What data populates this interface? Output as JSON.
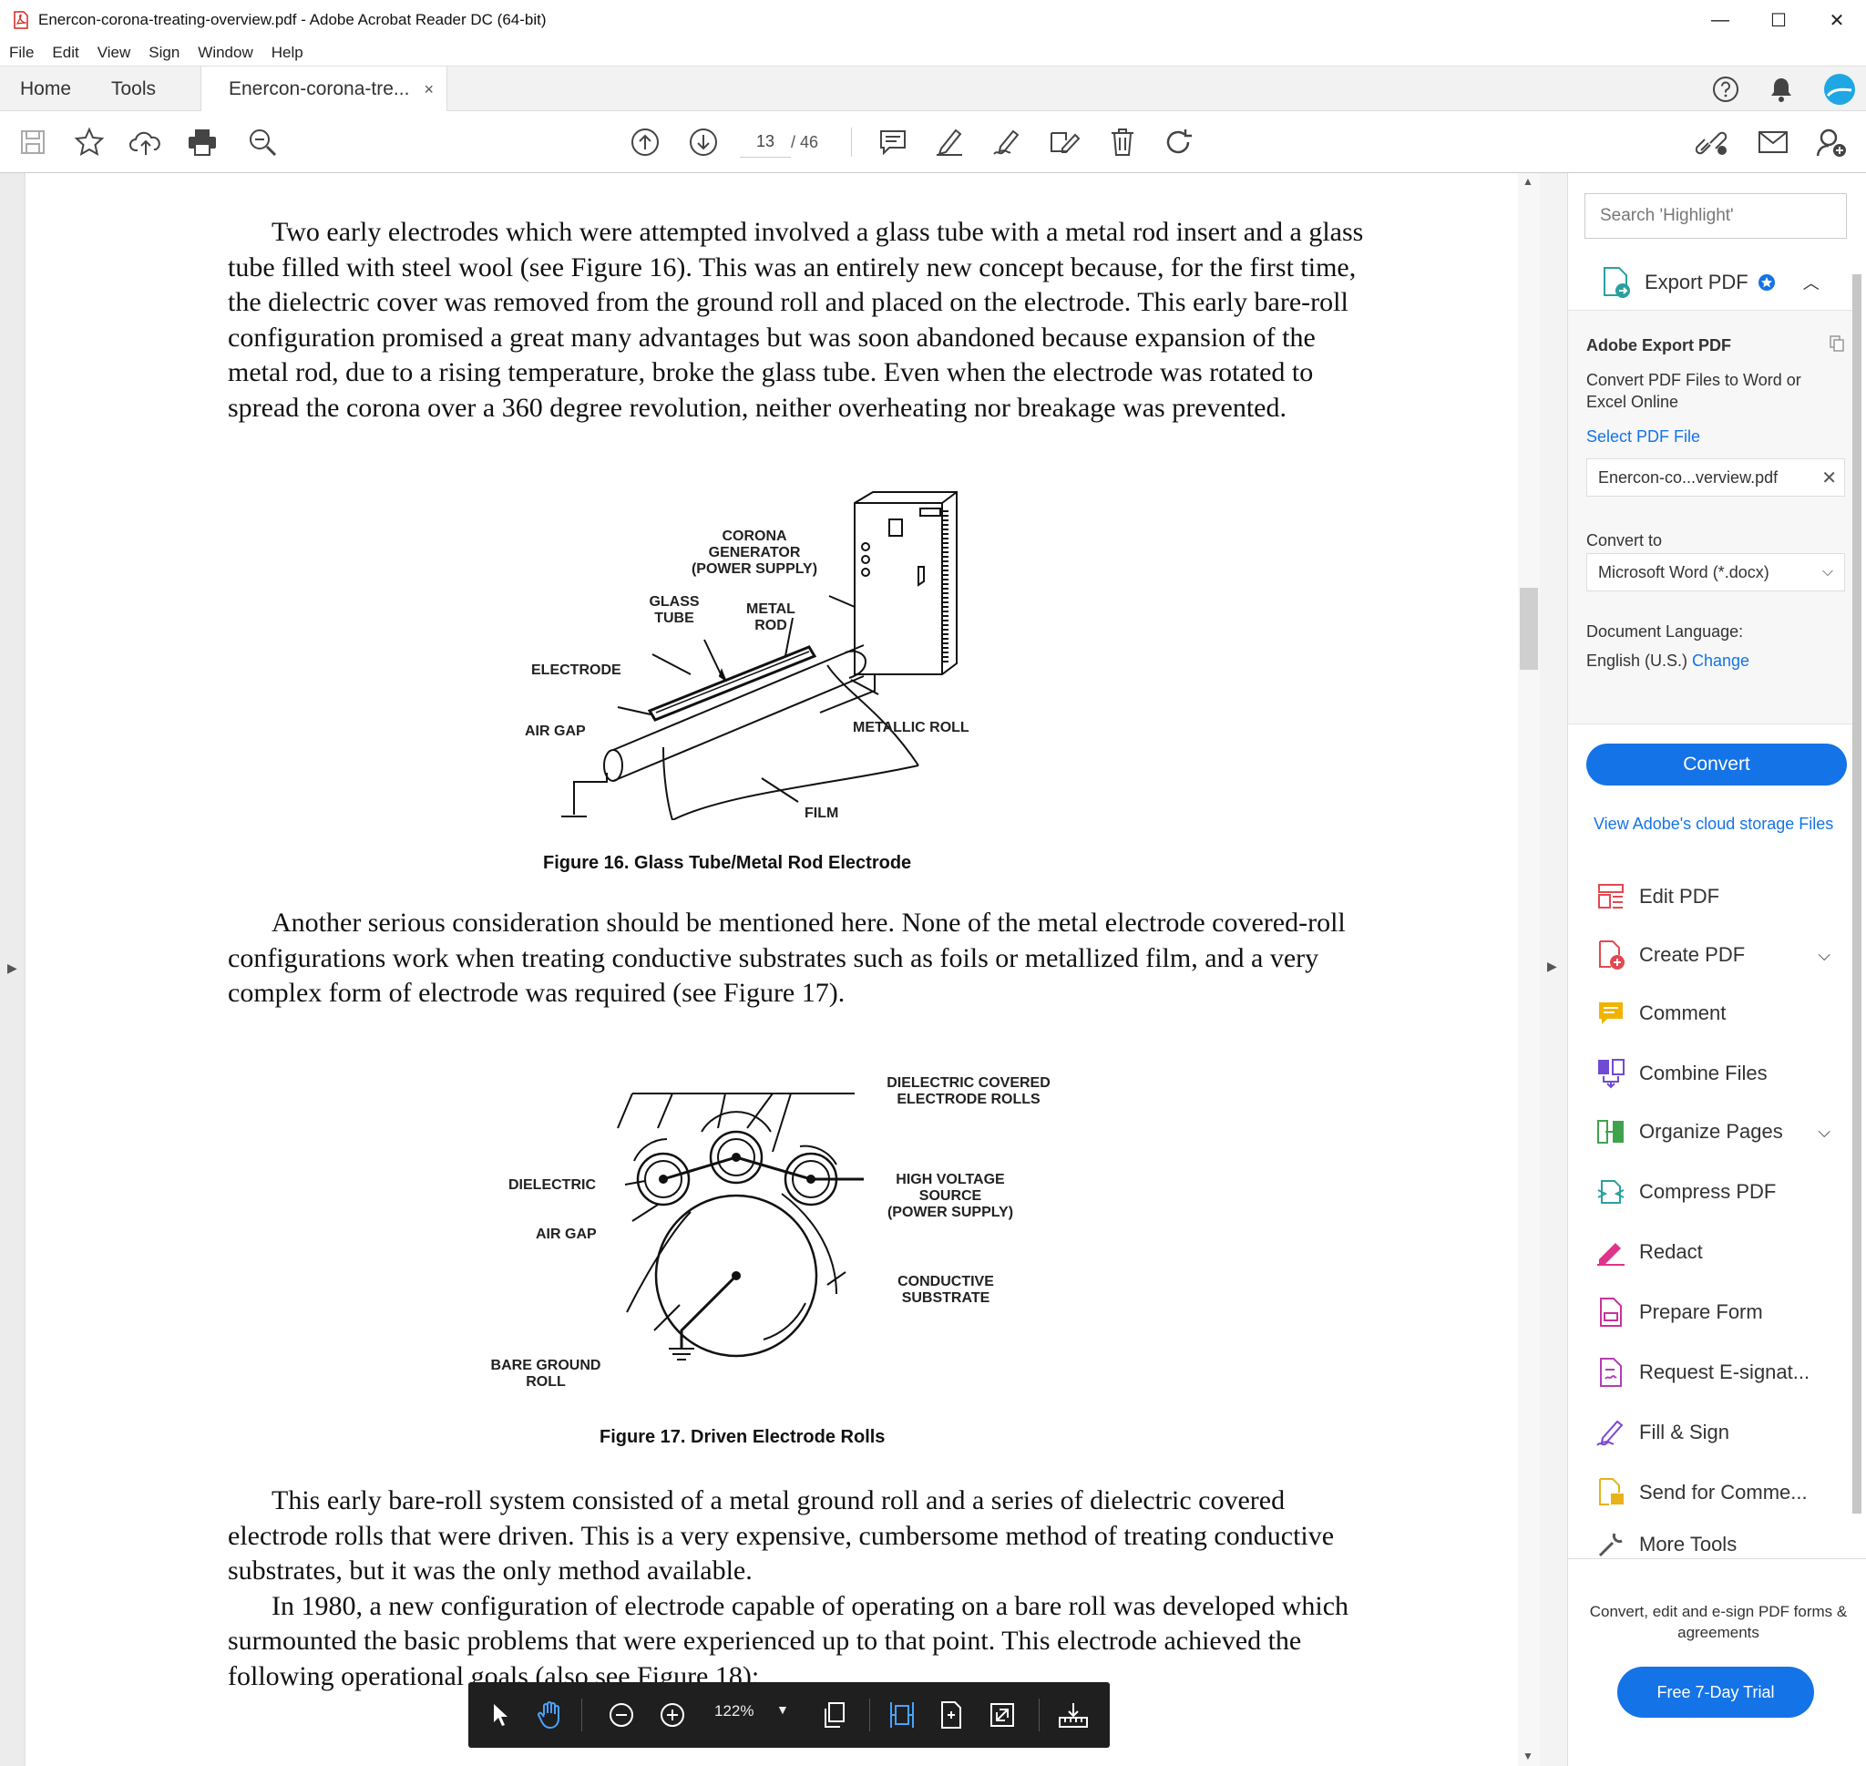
{
  "window": {
    "title": "Enercon-corona-treating-overview.pdf - Adobe Acrobat Reader DC (64-bit)",
    "minimize": "—",
    "maximize": "☐",
    "close": "✕"
  },
  "menu": [
    "File",
    "Edit",
    "View",
    "Sign",
    "Window",
    "Help"
  ],
  "tabs": {
    "home": "Home",
    "tools": "Tools",
    "doc": "Enercon-corona-tre...",
    "doc_close": "×"
  },
  "toolbar": {
    "page_current": "13",
    "page_total": "/  46"
  },
  "document": {
    "para1": "Two early electrodes which were attempted involved a glass tube with a metal rod insert and a glass tube filled with steel wool (see Figure 16).  This was an entirely new concept because, for the first time, the dielectric cover was removed from the ground roll and placed on the electrode.  This early bare-roll configuration promised a great many advantages but was soon abandoned because expansion of the metal rod, due to a rising temperature, broke the glass tube.  Even when the electrode was rotated to spread the corona over a 360 degree revolution, neither overheating nor breakage was prevented.",
    "fig16": {
      "caption": "Figure 16.  Glass Tube/Metal Rod Electrode",
      "label_corona1": "CORONA",
      "label_corona2": "GENERATOR",
      "label_corona3": "(POWER SUPPLY)",
      "label_glass1": "GLASS",
      "label_glass2": "TUBE",
      "label_metal1": "METAL",
      "label_metal2": "ROD",
      "label_electrode": "ELECTRODE",
      "label_airgap": "AIR GAP",
      "label_metallic": "METALLIC ROLL",
      "label_film": "FILM"
    },
    "para2": "Another serious consideration should be mentioned here.  None of the metal electrode covered-roll configurations work when treating conductive substrates such as foils or metallized film, and a very complex form of electrode was required (see Figure 17).",
    "fig17": {
      "caption": "Figure 17.  Driven Electrode Rolls",
      "label_dce1": "DIELECTRIC COVERED",
      "label_dce2": "ELECTRODE ROLLS",
      "label_dielectric": "DIELECTRIC",
      "label_hv1": "HIGH VOLTAGE",
      "label_hv2": "SOURCE",
      "label_hv3": "(POWER SUPPLY)",
      "label_airgap": "AIR GAP",
      "label_cs1": "CONDUCTIVE",
      "label_cs2": "SUBSTRATE",
      "label_bgr1": "BARE GROUND",
      "label_bgr2": "ROLL"
    },
    "para3": "This early bare-roll system consisted of a metal ground roll and a series of dielectric covered electrode rolls that were driven.  This is a very expensive, cumbersome method of treating conductive substrates, but it was the only method available.",
    "para4": "In 1980, a new configuration of electrode capable of operating on a bare roll was developed which surmounted the basic problems that were experienced up to that point.  This electrode achieved the following operational goals (also see Figure 18):"
  },
  "right_panel": {
    "search_placeholder": "Search 'Highlight'",
    "export_title": "Export PDF",
    "adobe_export": "Adobe Export PDF",
    "convert_desc": "Convert PDF Files to Word or Excel Online",
    "select_file": "Select PDF File",
    "file_name": "Enercon-co...verview.pdf",
    "convert_to": "Convert to",
    "format": "Microsoft Word (*.docx)",
    "doc_lang": "Document Language:",
    "lang": "English (U.S.)",
    "change": "Change",
    "convert_btn": "Convert",
    "cloud_link": "View Adobe's cloud storage Files",
    "tools": [
      {
        "label": "Edit PDF",
        "color": "#e34850"
      },
      {
        "label": "Create PDF",
        "color": "#e34850"
      },
      {
        "label": "Comment",
        "color": "#f0b400"
      },
      {
        "label": "Combine Files",
        "color": "#6f4ad3"
      },
      {
        "label": "Organize Pages",
        "color": "#3fa34d"
      },
      {
        "label": "Compress PDF",
        "color": "#2aa0a0"
      },
      {
        "label": "Redact",
        "color": "#e0338a"
      },
      {
        "label": "Prepare Form",
        "color": "#c7339a"
      },
      {
        "label": "Request E-signat...",
        "color": "#b03fb5"
      },
      {
        "label": "Fill & Sign",
        "color": "#7b45d6"
      },
      {
        "label": "Send for Comme...",
        "color": "#e8b21b"
      },
      {
        "label": "More Tools",
        "color": "#555555"
      }
    ],
    "promo": "Convert, edit and e-sign PDF forms & agreements",
    "trial_btn": "Free 7-Day Trial"
  },
  "floatbar": {
    "zoom": "122%"
  },
  "colors": {
    "accent": "#1473e6",
    "avatar": "#1ea7e4"
  }
}
